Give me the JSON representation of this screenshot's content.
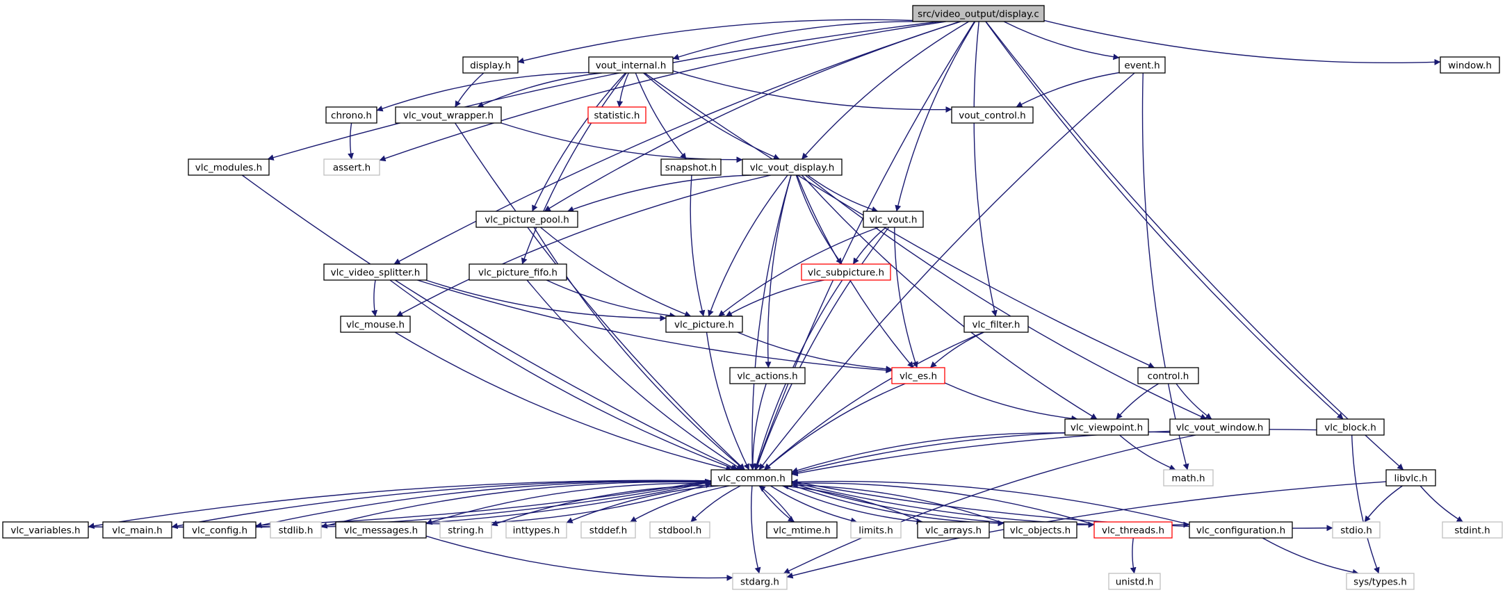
{
  "diagram": {
    "type": "include-dependency-graph",
    "edge_color": "#191970",
    "node_styles": {
      "root": {
        "fill": "#bfbfbf",
        "stroke": "#000000"
      },
      "documented": {
        "fill": "#ffffff",
        "stroke": "#000000"
      },
      "external": {
        "fill": "#ffffff",
        "stroke": "#bfbfbf"
      },
      "truncated": {
        "fill": "#ffffff",
        "stroke": "#ff0000"
      }
    },
    "nodes": [
      {
        "id": "display_c",
        "label": "src/video_output/display.c",
        "kind": "root"
      },
      {
        "id": "display_h",
        "label": "display.h",
        "kind": "documented"
      },
      {
        "id": "vout_internal",
        "label": "vout_internal.h",
        "kind": "documented"
      },
      {
        "id": "event",
        "label": "event.h",
        "kind": "documented"
      },
      {
        "id": "window",
        "label": "window.h",
        "kind": "documented"
      },
      {
        "id": "chrono",
        "label": "chrono.h",
        "kind": "documented"
      },
      {
        "id": "vout_wrapper",
        "label": "vlc_vout_wrapper.h",
        "kind": "documented"
      },
      {
        "id": "statistic",
        "label": "statistic.h",
        "kind": "truncated"
      },
      {
        "id": "vout_control",
        "label": "vout_control.h",
        "kind": "documented"
      },
      {
        "id": "vlc_modules",
        "label": "vlc_modules.h",
        "kind": "documented"
      },
      {
        "id": "assert",
        "label": "assert.h",
        "kind": "external"
      },
      {
        "id": "snapshot",
        "label": "snapshot.h",
        "kind": "documented"
      },
      {
        "id": "vout_display",
        "label": "vlc_vout_display.h",
        "kind": "documented"
      },
      {
        "id": "picture_pool",
        "label": "vlc_picture_pool.h",
        "kind": "documented"
      },
      {
        "id": "vlc_vout",
        "label": "vlc_vout.h",
        "kind": "documented"
      },
      {
        "id": "video_splitter",
        "label": "vlc_video_splitter.h",
        "kind": "documented"
      },
      {
        "id": "picture_fifo",
        "label": "vlc_picture_fifo.h",
        "kind": "documented"
      },
      {
        "id": "subpicture",
        "label": "vlc_subpicture.h",
        "kind": "truncated"
      },
      {
        "id": "vlc_mouse",
        "label": "vlc_mouse.h",
        "kind": "documented"
      },
      {
        "id": "vlc_picture",
        "label": "vlc_picture.h",
        "kind": "documented"
      },
      {
        "id": "vlc_filter",
        "label": "vlc_filter.h",
        "kind": "documented"
      },
      {
        "id": "vlc_actions",
        "label": "vlc_actions.h",
        "kind": "documented"
      },
      {
        "id": "vlc_es",
        "label": "vlc_es.h",
        "kind": "truncated"
      },
      {
        "id": "control",
        "label": "control.h",
        "kind": "documented"
      },
      {
        "id": "viewpoint",
        "label": "vlc_viewpoint.h",
        "kind": "documented"
      },
      {
        "id": "vout_window",
        "label": "vlc_vout_window.h",
        "kind": "documented"
      },
      {
        "id": "vlc_block",
        "label": "vlc_block.h",
        "kind": "documented"
      },
      {
        "id": "vlc_common",
        "label": "vlc_common.h",
        "kind": "documented"
      },
      {
        "id": "math",
        "label": "math.h",
        "kind": "external"
      },
      {
        "id": "libvlc",
        "label": "libvlc.h",
        "kind": "documented"
      },
      {
        "id": "vlc_variables",
        "label": "vlc_variables.h",
        "kind": "documented"
      },
      {
        "id": "vlc_main",
        "label": "vlc_main.h",
        "kind": "documented"
      },
      {
        "id": "vlc_config",
        "label": "vlc_config.h",
        "kind": "documented"
      },
      {
        "id": "stdlib",
        "label": "stdlib.h",
        "kind": "external"
      },
      {
        "id": "vlc_messages",
        "label": "vlc_messages.h",
        "kind": "documented"
      },
      {
        "id": "string",
        "label": "string.h",
        "kind": "external"
      },
      {
        "id": "inttypes",
        "label": "inttypes.h",
        "kind": "external"
      },
      {
        "id": "stddef",
        "label": "stddef.h",
        "kind": "external"
      },
      {
        "id": "stdbool",
        "label": "stdbool.h",
        "kind": "external"
      },
      {
        "id": "vlc_mtime",
        "label": "vlc_mtime.h",
        "kind": "documented"
      },
      {
        "id": "limits",
        "label": "limits.h",
        "kind": "external"
      },
      {
        "id": "vlc_arrays",
        "label": "vlc_arrays.h",
        "kind": "documented"
      },
      {
        "id": "vlc_objects",
        "label": "vlc_objects.h",
        "kind": "documented"
      },
      {
        "id": "vlc_threads",
        "label": "vlc_threads.h",
        "kind": "truncated"
      },
      {
        "id": "vlc_configuration",
        "label": "vlc_configuration.h",
        "kind": "documented"
      },
      {
        "id": "stdio",
        "label": "stdio.h",
        "kind": "external"
      },
      {
        "id": "stdint",
        "label": "stdint.h",
        "kind": "external"
      },
      {
        "id": "stdarg",
        "label": "stdarg.h",
        "kind": "external"
      },
      {
        "id": "unistd",
        "label": "unistd.h",
        "kind": "external"
      },
      {
        "id": "sys_types",
        "label": "sys/types.h",
        "kind": "external"
      }
    ],
    "edges": [
      [
        "display_c",
        "display_h"
      ],
      [
        "display_c",
        "vout_internal"
      ],
      [
        "display_c",
        "event"
      ],
      [
        "display_c",
        "window"
      ],
      [
        "display_c",
        "vlc_modules"
      ],
      [
        "display_c",
        "assert"
      ],
      [
        "display_c",
        "vout_display"
      ],
      [
        "display_c",
        "picture_pool"
      ],
      [
        "display_c",
        "vlc_vout"
      ],
      [
        "display_c",
        "video_splitter"
      ],
      [
        "display_c",
        "vlc_filter"
      ],
      [
        "display_c",
        "vlc_common"
      ],
      [
        "display_c",
        "vlc_block"
      ],
      [
        "display_c",
        "libvlc"
      ],
      [
        "display_h",
        "vout_wrapper"
      ],
      [
        "vout_internal",
        "chrono"
      ],
      [
        "vout_internal",
        "vout_wrapper"
      ],
      [
        "vout_internal",
        "statistic"
      ],
      [
        "vout_internal",
        "vout_control"
      ],
      [
        "vout_internal",
        "snapshot"
      ],
      [
        "vout_internal",
        "vout_display"
      ],
      [
        "vout_internal",
        "picture_pool"
      ],
      [
        "vout_internal",
        "picture_fifo"
      ],
      [
        "vout_internal",
        "control"
      ],
      [
        "chrono",
        "assert"
      ],
      [
        "vout_wrapper",
        "vout_display"
      ],
      [
        "vout_wrapper",
        "vlc_common"
      ],
      [
        "event",
        "vout_control"
      ],
      [
        "event",
        "vlc_common"
      ],
      [
        "event",
        "math"
      ],
      [
        "vlc_modules",
        "vlc_common"
      ],
      [
        "snapshot",
        "vlc_picture"
      ],
      [
        "vout_display",
        "picture_pool"
      ],
      [
        "vout_display",
        "vlc_vout"
      ],
      [
        "vout_display",
        "subpicture"
      ],
      [
        "vout_display",
        "vlc_picture"
      ],
      [
        "vout_display",
        "vlc_mouse"
      ],
      [
        "vout_display",
        "vlc_es"
      ],
      [
        "vout_display",
        "viewpoint"
      ],
      [
        "vout_display",
        "vout_window"
      ],
      [
        "vout_display",
        "vlc_actions"
      ],
      [
        "vout_display",
        "vlc_common"
      ],
      [
        "picture_pool",
        "vlc_picture"
      ],
      [
        "picture_pool",
        "vlc_common"
      ],
      [
        "vlc_vout",
        "vlc_picture"
      ],
      [
        "vlc_vout",
        "subpicture"
      ],
      [
        "vlc_vout",
        "vlc_es"
      ],
      [
        "vlc_vout",
        "vlc_common"
      ],
      [
        "video_splitter",
        "vlc_mouse"
      ],
      [
        "video_splitter",
        "vlc_picture"
      ],
      [
        "video_splitter",
        "vlc_es"
      ],
      [
        "video_splitter",
        "vlc_common"
      ],
      [
        "picture_fifo",
        "vlc_picture"
      ],
      [
        "picture_fifo",
        "vlc_common"
      ],
      [
        "subpicture",
        "vlc_picture"
      ],
      [
        "subpicture",
        "vlc_common"
      ],
      [
        "vlc_mouse",
        "vlc_common"
      ],
      [
        "vlc_picture",
        "vlc_es"
      ],
      [
        "vlc_picture",
        "vlc_common"
      ],
      [
        "vlc_filter",
        "vlc_es"
      ],
      [
        "vlc_filter",
        "vlc_common"
      ],
      [
        "vlc_actions",
        "vlc_common"
      ],
      [
        "vlc_es",
        "viewpoint"
      ],
      [
        "vlc_es",
        "vlc_common"
      ],
      [
        "control",
        "viewpoint"
      ],
      [
        "control",
        "vout_window"
      ],
      [
        "viewpoint",
        "vlc_common"
      ],
      [
        "viewpoint",
        "math"
      ],
      [
        "vout_window",
        "vlc_common"
      ],
      [
        "vout_window",
        "stdarg"
      ],
      [
        "vlc_block",
        "vlc_common"
      ],
      [
        "vlc_block",
        "sys_types"
      ],
      [
        "libvlc",
        "stdio"
      ],
      [
        "libvlc",
        "stdint"
      ],
      [
        "libvlc",
        "stdarg"
      ],
      [
        "vlc_common",
        "vlc_variables"
      ],
      [
        "vlc_common",
        "vlc_main"
      ],
      [
        "vlc_common",
        "vlc_config"
      ],
      [
        "vlc_common",
        "stdlib"
      ],
      [
        "vlc_common",
        "vlc_messages"
      ],
      [
        "vlc_common",
        "string"
      ],
      [
        "vlc_common",
        "inttypes"
      ],
      [
        "vlc_common",
        "stddef"
      ],
      [
        "vlc_common",
        "stdbool"
      ],
      [
        "vlc_common",
        "vlc_mtime"
      ],
      [
        "vlc_common",
        "limits"
      ],
      [
        "vlc_common",
        "vlc_arrays"
      ],
      [
        "vlc_common",
        "vlc_objects"
      ],
      [
        "vlc_common",
        "vlc_threads"
      ],
      [
        "vlc_common",
        "vlc_configuration"
      ],
      [
        "vlc_common",
        "stdio"
      ],
      [
        "vlc_common",
        "stdarg"
      ],
      [
        "vlc_variables",
        "vlc_common"
      ],
      [
        "vlc_main",
        "vlc_common"
      ],
      [
        "vlc_config",
        "vlc_common"
      ],
      [
        "vlc_messages",
        "vlc_common"
      ],
      [
        "vlc_messages",
        "stdarg"
      ],
      [
        "vlc_mtime",
        "vlc_common"
      ],
      [
        "vlc_arrays",
        "vlc_common"
      ],
      [
        "vlc_objects",
        "vlc_common"
      ],
      [
        "vlc_threads",
        "vlc_common"
      ],
      [
        "vlc_threads",
        "unistd"
      ],
      [
        "vlc_configuration",
        "vlc_common"
      ],
      [
        "vlc_configuration",
        "sys_types"
      ]
    ]
  }
}
